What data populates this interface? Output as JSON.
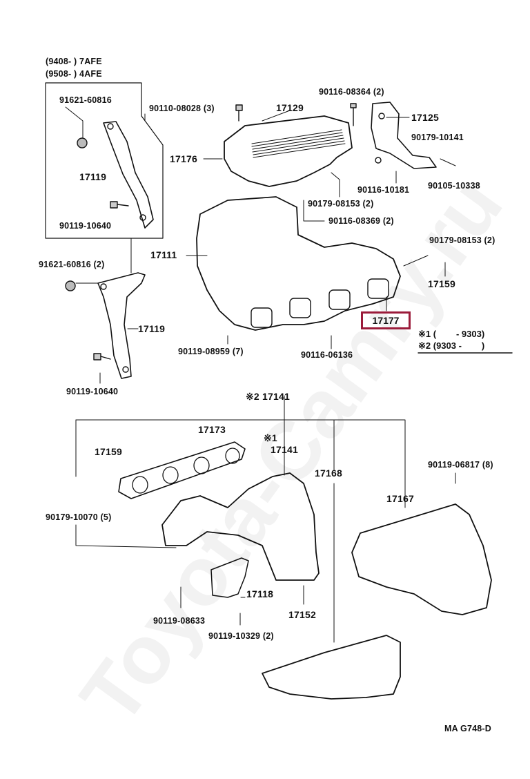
{
  "watermark": "Toyota-Camry.ru",
  "diagram_code": "MA  G748-D",
  "variant_box": {
    "line1_range": "(9408-        ) 7AFE",
    "line2_range": "(9508-        ) 4AFE"
  },
  "legend": {
    "note1": "※1 (        - 9303)",
    "note2": "※2 (9303 -        )"
  },
  "highlighted_part": "17177",
  "parts": {
    "p91621_upper": "91621-60816",
    "p17119_upper": "17119",
    "p90119_10640_upper": "90119-10640",
    "p91621_lower": "91621-60816 (2)",
    "p17119_lower": "17119",
    "p90119_10640_lower": "90119-10640",
    "p90110": "90110-08028 (3)",
    "p17129": "17129",
    "p90116_08364": "90116-08364 (2)",
    "p17125": "17125",
    "p90179_10141": "90179-10141",
    "p17176": "17176",
    "p90116_10181": "90116-10181",
    "p90105": "90105-10338",
    "p90179_08153_a": "90179-08153 (2)",
    "p90116_08369": "90116-08369 (2)",
    "p17111": "17111",
    "p90179_08153_b": "90179-08153 (2)",
    "p17159_upper": "17159",
    "p90119_08959": "90119-08959 (7)",
    "p90116_06136": "90116-06136",
    "p17141_top": "※2 17141",
    "p17141_mid": "17141",
    "p17141_mid_mark": "※1",
    "p17173": "17173",
    "p17159_lower": "17159",
    "p17168": "17168",
    "p90119_06817": "90119-06817 (8)",
    "p17167": "17167",
    "p90179_10070": "90179-10070 (5)",
    "p17118": "17118",
    "p90119_08633": "90119-08633",
    "p17152": "17152",
    "p90119_10329": "90119-10329 (2)"
  }
}
